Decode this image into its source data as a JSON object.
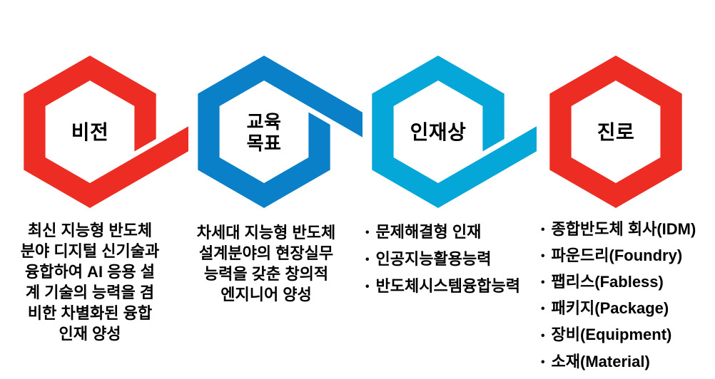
{
  "diagram": {
    "bullet_char": "•",
    "columns": [
      {
        "id": "vision",
        "label": "비전",
        "color": "#ED2D23",
        "description": "최신 지능형 반도체\n분야 디지털 신기술과\n융합하여 AI 응용 설\n계 기술의 능력을 겸\n비한 차별화된 융합\n인재 양성"
      },
      {
        "id": "education-goal",
        "label": "교육\n목표",
        "color": "#0A80C8",
        "description": "차세대 지능형 반도체\n설계분야의 현장실무\n능력을 갖춘 창의적\n엔지니어 양성"
      },
      {
        "id": "talent-profile",
        "label": "인재상",
        "color": "#05A7D9",
        "items": [
          "문제해결형 인재",
          "인공지능활용능력",
          "반도체시스템융합능력"
        ]
      },
      {
        "id": "career-path",
        "label": "진로",
        "color": "#ED2D23",
        "items": [
          "종합반도체 회사(IDM)",
          "파운드리(Foundry)",
          "팹리스(Fabless)",
          "패키지(Package)",
          "장비(Equipment)",
          "소재(Material)"
        ]
      }
    ]
  }
}
